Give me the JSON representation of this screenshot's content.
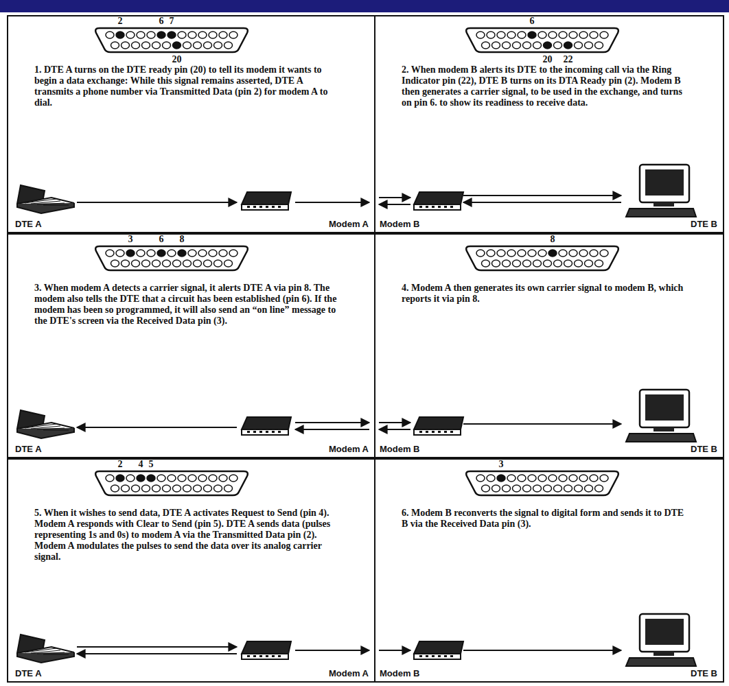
{
  "diagram": {
    "nodes": [
      {
        "text": [
          "1. DTE A turns on the DTE ready pin (20) to tell its modem it wants to begin a data exchange: While this signal remains asserted, DTE A transmits a phone number via Transmitted Data (pin 2) for modem A to dial."
        ]
      },
      {
        "text": [
          "2. When modem B alerts its DTE to the incoming call via the Ring Indicator pin (22), DTE B turns on its DTA Ready pin (2). Modem B then generates a carrier signal, to be used in the exchange, and turns on pin 6. to show its readiness to receive data."
        ]
      },
      {
        "text": [
          "3. When modem A detects a carrier signal, it alerts DTE A via pin 8. The modem also tells the DTE that a circuit has been established (pin 6). If the modem has been so programmed, it will also send an “on line” message to the DTE's screen via the Received Data pin (3)."
        ]
      },
      {
        "text": [
          "4. Modem A then generates its own carrier signal to modem B, which reports it via pin 8."
        ]
      },
      {
        "text": [
          "5. When it wishes to send data, DTE A activates Request to Send (pin 4). Modem A responds with Clear to Send (pin 5). DTE A sends data (pulses representing 1s and 0s) to modem A via the Transmitted Data pin (2). Modem A modulates the pulses to send the data over its analog carrier signal."
        ]
      },
      {
        "text": [
          "6. Modem B reconverts the signal to digital form and sends it to DTE B via the Received Data pin (3)."
        ]
      }
    ],
    "labels": [
      "2",
      "6",
      "7",
      "20",
      "DTE A",
      "Modem A",
      "6",
      "20",
      "22",
      "Modem B",
      "DTE B",
      "3",
      "6",
      "8",
      "DTE A",
      "Modem A",
      "8",
      "Modem B",
      "DTE B",
      "2",
      "4",
      "5",
      "DTE A",
      "Modem A",
      "3",
      "Modem B",
      "DTE B"
    ]
  }
}
